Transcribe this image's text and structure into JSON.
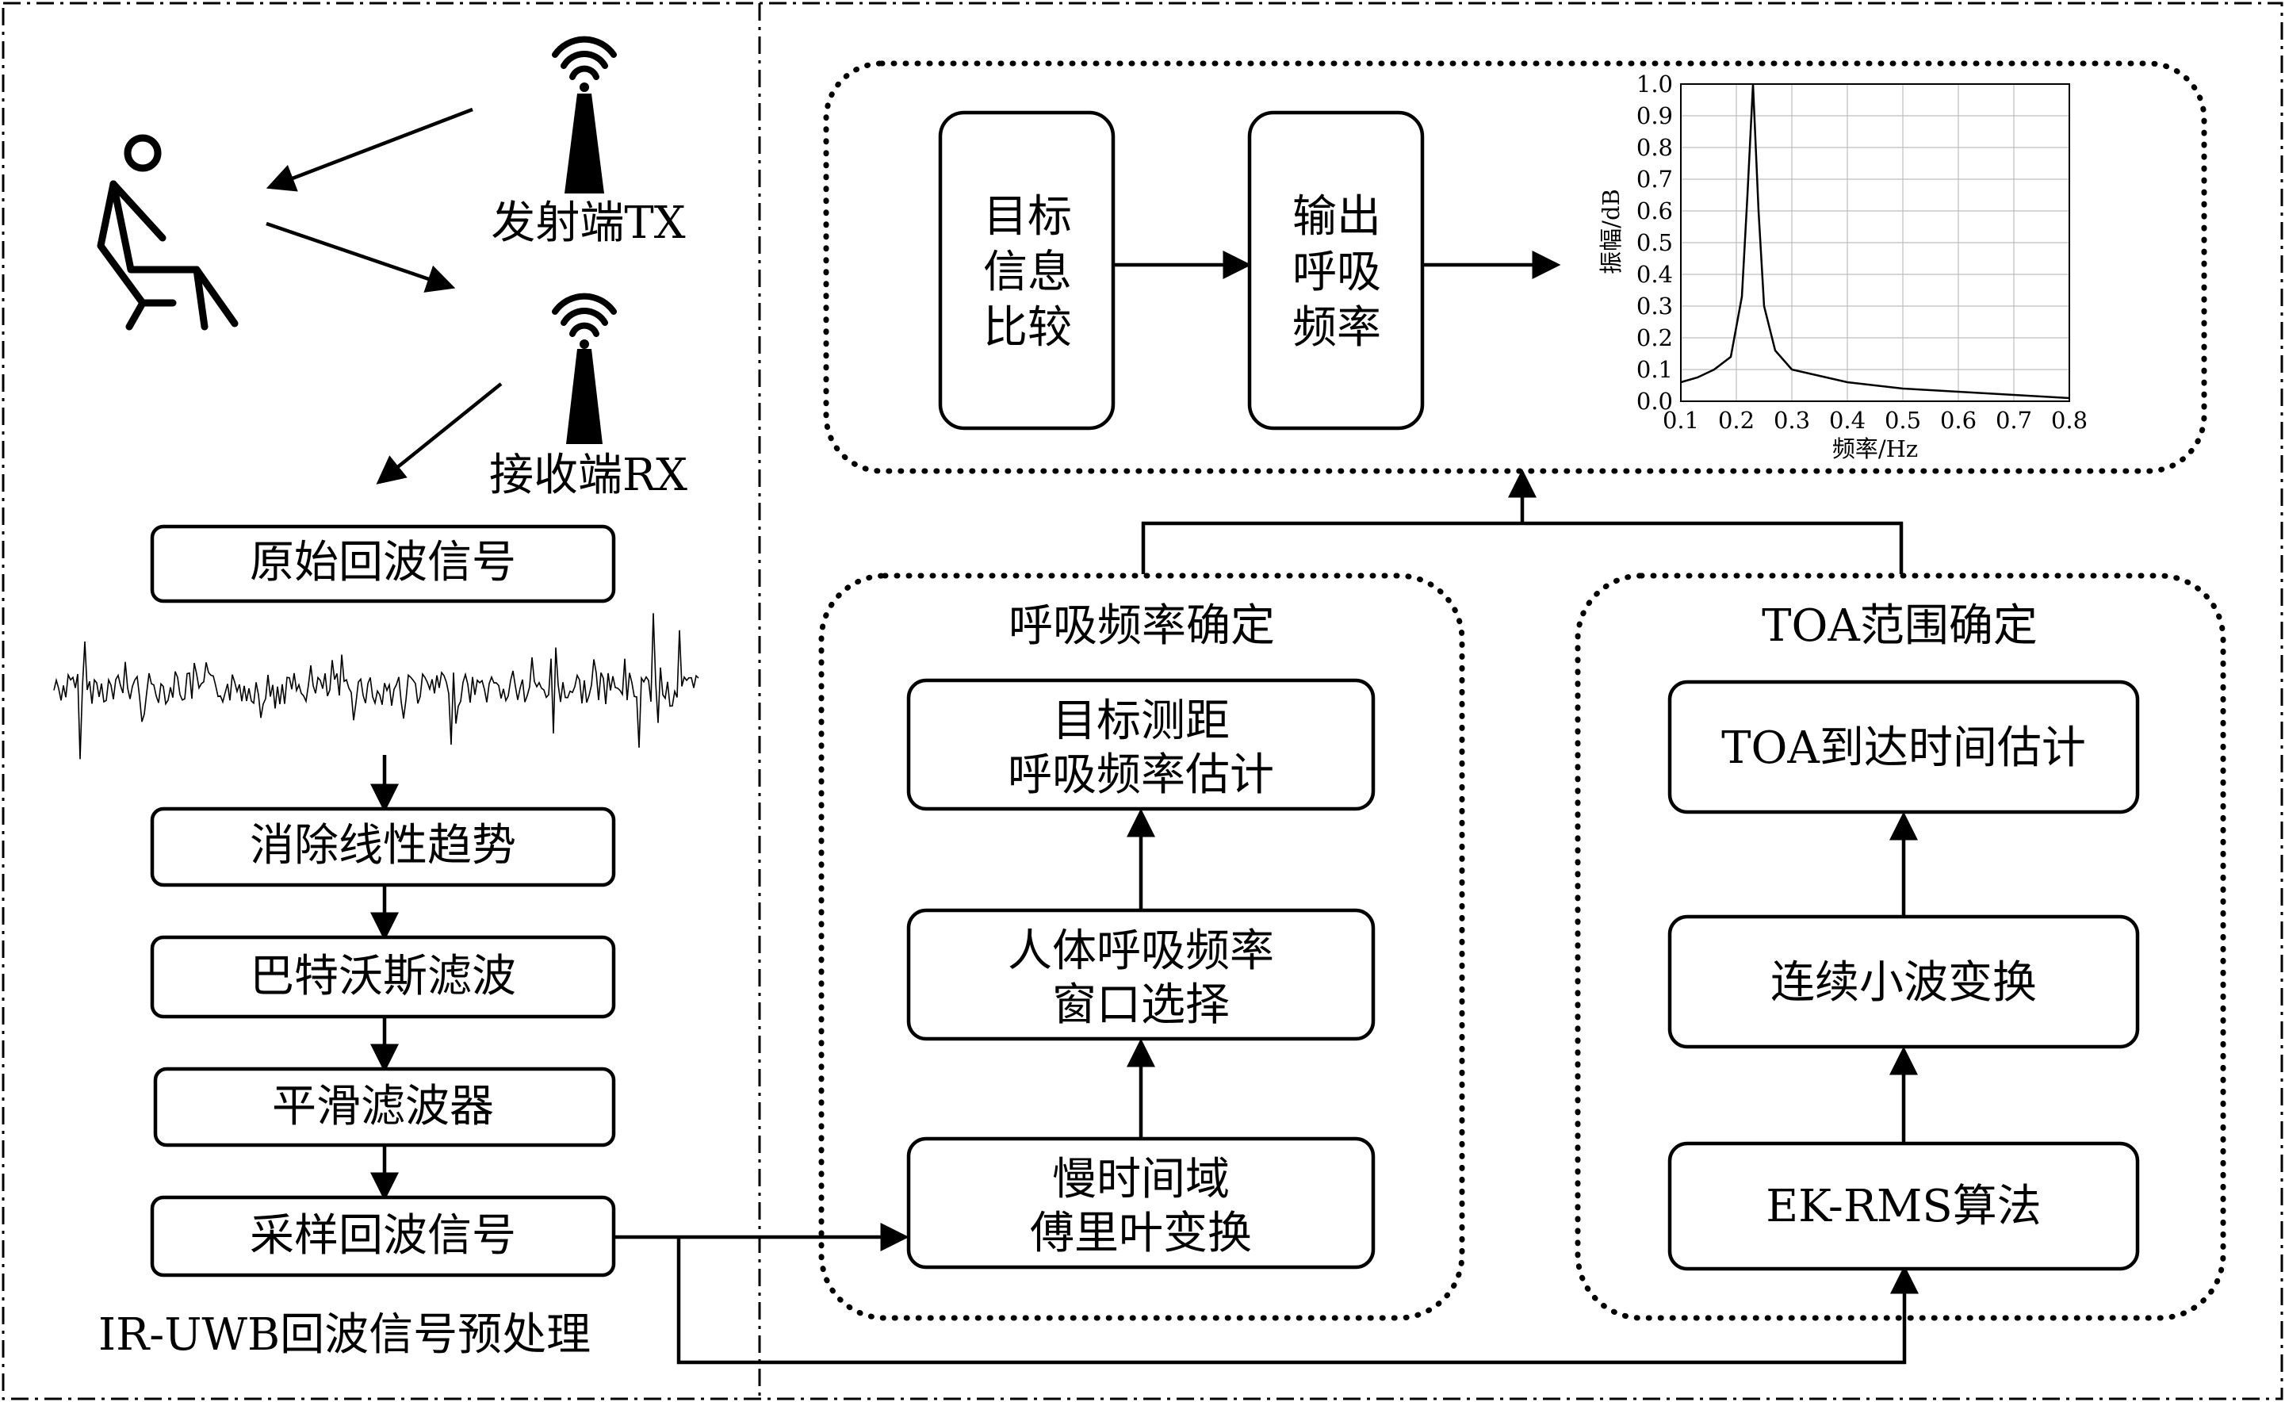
{
  "left_panel": {
    "tx_label": "发射端TX",
    "rx_label": "接收端RX",
    "steps": [
      "原始回波信号",
      "消除线性趋势",
      "巴特沃斯滤波",
      "平滑滤波器",
      "采样回波信号"
    ],
    "caption": "IR-UWB回波信号预处理",
    "icons": [
      "person-sitting-icon",
      "wifi-antenna-icon"
    ]
  },
  "output_group": {
    "box1": [
      "目标",
      "信息",
      "比较"
    ],
    "box2": [
      "输出",
      "呼吸",
      "频率"
    ]
  },
  "breath_group": {
    "title": "呼吸频率确定",
    "box_top": [
      "目标测距",
      "呼吸频率估计"
    ],
    "box_mid": [
      "人体呼吸频率",
      "窗口选择"
    ],
    "box_bot": [
      "慢时间域",
      "傅里叶变换"
    ]
  },
  "toa_group": {
    "title": "TOA范围确定",
    "box_top": "TOA到达时间估计",
    "box_mid": "连续小波变换",
    "box_bot": "EK-RMS算法"
  },
  "chart_data": {
    "type": "line",
    "xlabel": "频率/Hz",
    "ylabel": "振幅/dB",
    "xlim": [
      0.1,
      0.8
    ],
    "ylim": [
      0.0,
      1.0
    ],
    "xticks": [
      "0.1",
      "0.2",
      "0.3",
      "0.4",
      "0.5",
      "0.6",
      "0.7",
      "0.8"
    ],
    "yticks": [
      "0.0",
      "0.1",
      "0.2",
      "0.3",
      "0.4",
      "0.5",
      "0.6",
      "0.7",
      "0.8",
      "0.9",
      "1.0"
    ],
    "grid": true,
    "x": [
      0.1,
      0.13,
      0.16,
      0.19,
      0.21,
      0.22,
      0.23,
      0.24,
      0.25,
      0.27,
      0.3,
      0.35,
      0.4,
      0.5,
      0.6,
      0.7,
      0.8
    ],
    "y": [
      0.06,
      0.075,
      0.1,
      0.14,
      0.33,
      0.65,
      1.0,
      0.6,
      0.3,
      0.16,
      0.1,
      0.08,
      0.06,
      0.04,
      0.03,
      0.02,
      0.01
    ]
  }
}
